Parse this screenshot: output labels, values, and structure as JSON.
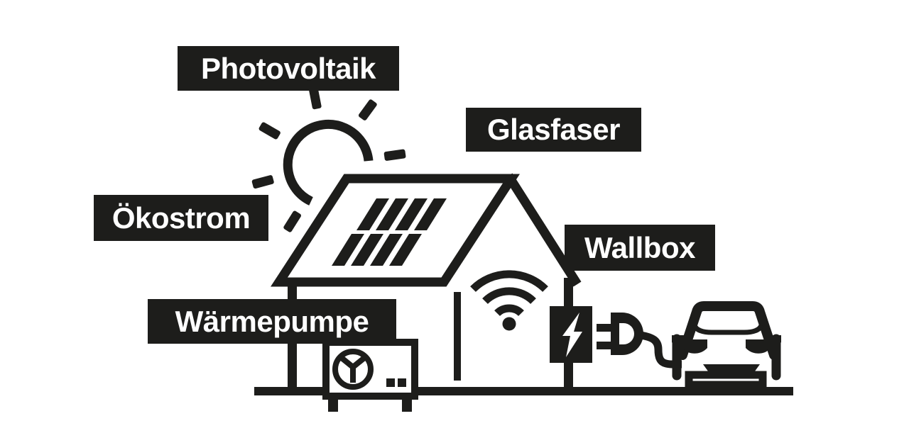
{
  "labels": {
    "photovoltaik": "Photovoltaik",
    "glasfaser": "Glasfaser",
    "oekostrom": "Ökostrom",
    "wallbox": "Wallbox",
    "waermepumpe": "Wärmepumpe"
  },
  "colors": {
    "ink": "#1d1d1b",
    "label_background": "#1d1d1b",
    "label_text": "#ffffff",
    "canvas_background": "#ffffff"
  },
  "icons": {
    "sun": "sun-icon",
    "house": "house-icon",
    "solar_panel": "solar-panel-icon",
    "wifi": "wifi-icon",
    "heat_pump": "heat-pump-icon",
    "wallbox_device": "wallbox-icon",
    "power_plug": "power-plug-icon",
    "charging_cable": "charging-cable-icon",
    "car": "car-icon",
    "ground": "ground-line"
  }
}
